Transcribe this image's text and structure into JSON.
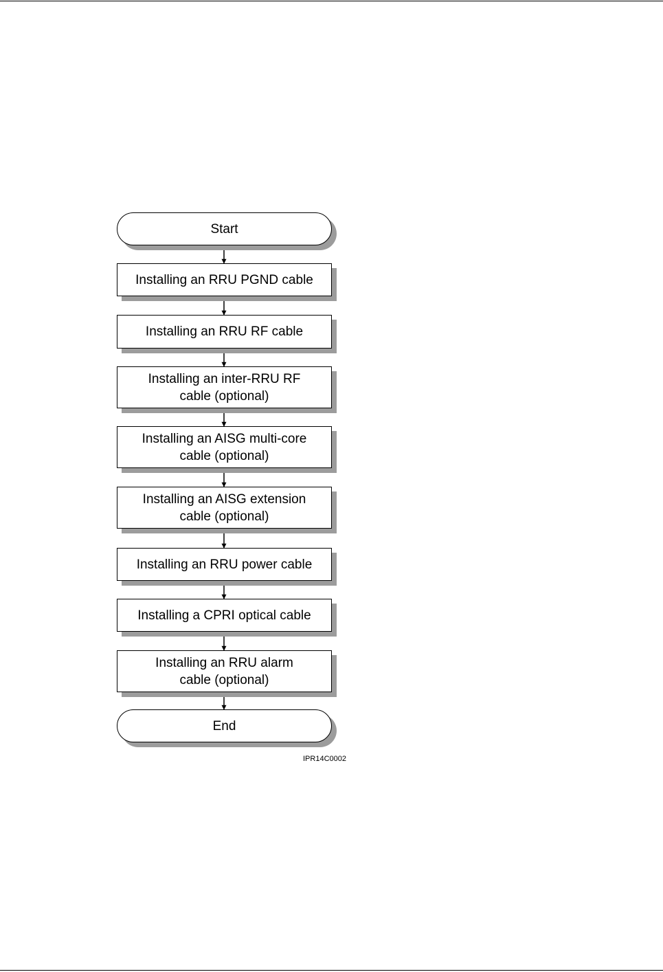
{
  "figure": {
    "figure_id": "IPR14C0002"
  },
  "flowchart": {
    "start": "Start",
    "steps": [
      "Installing an RRU PGND cable",
      "Installing an RRU RF cable",
      "Installing an inter-RRU RF\ncable (optional)",
      "Installing an AISG multi-core\ncable (optional)",
      "Installing an AISG extension\ncable (optional)",
      "Installing an RRU power cable",
      "Installing a CPRI optical cable",
      "Installing an RRU alarm\ncable (optional)"
    ],
    "end": "End"
  }
}
